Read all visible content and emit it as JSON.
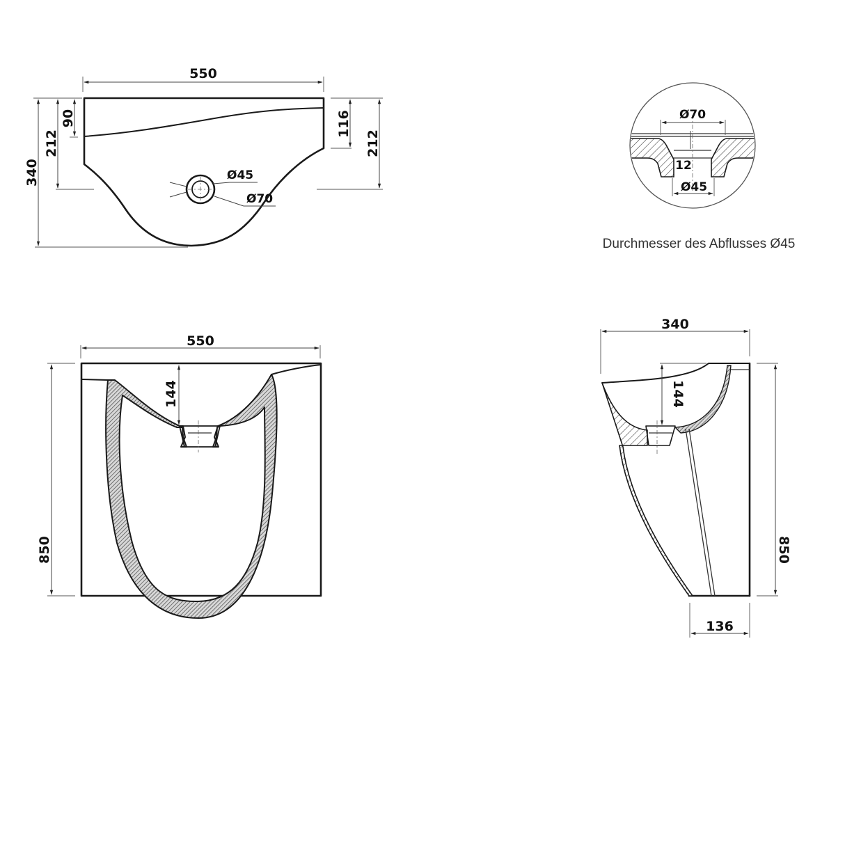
{
  "top_view": {
    "width_label": "550",
    "total_depth_label": "340",
    "left_depth_label": "212",
    "left_rim_label": "90",
    "right_rim_label": "116",
    "right_depth_label": "212",
    "drain_inner_label": "Ø45",
    "drain_outer_label": "Ø70"
  },
  "detail_view": {
    "outer_diameter_label": "Ø70",
    "depth_label": "12",
    "inner_diameter_label": "Ø45",
    "caption": "Durchmesser des Abflusses Ø45"
  },
  "front_view": {
    "width_label": "550",
    "height_label": "850",
    "basin_depth_label": "144"
  },
  "side_view": {
    "depth_label": "340",
    "height_label": "850",
    "basin_depth_label": "144",
    "base_depth_label": "136"
  },
  "colors": {
    "line": "#1a1a1a",
    "hatch": "#555555",
    "background": "#ffffff"
  }
}
